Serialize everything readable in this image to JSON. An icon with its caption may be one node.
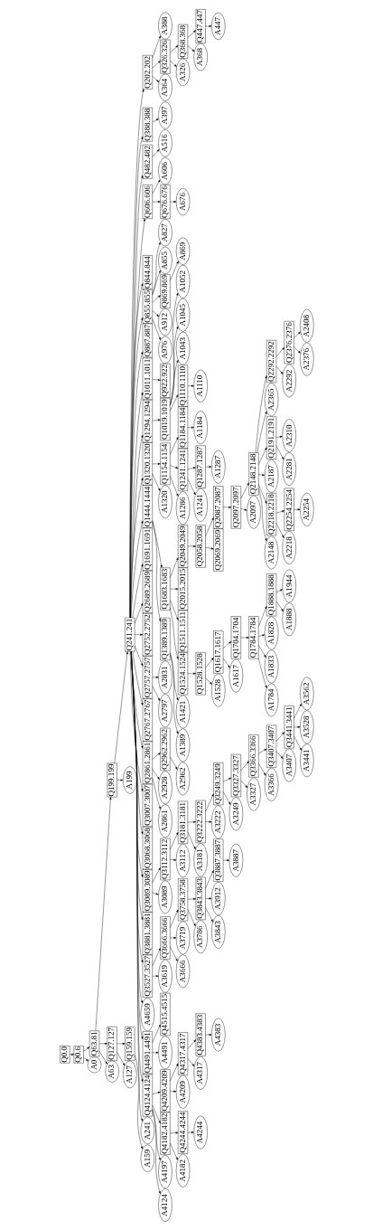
{
  "diagram": {
    "nodes": [
      {
        "text": [
          "Q0.0"
        ]
      },
      {
        "text": [
          "Q0.6"
        ]
      },
      {
        "text": [
          "A0"
        ]
      },
      {
        "text": [
          "Q63.81"
        ]
      },
      {
        "text": [
          "A63"
        ]
      },
      {
        "text": [
          "Q127.127"
        ]
      },
      {
        "text": [
          "A127"
        ]
      },
      {
        "text": [
          "Q159.159"
        ]
      },
      {
        "text": [
          "A159"
        ]
      },
      {
        "text": [
          "Q199.199"
        ]
      },
      {
        "text": [
          "A199"
        ]
      },
      {
        "text": [
          "Q241.241"
        ]
      },
      {
        "text": [
          "A241"
        ]
      },
      {
        "text": [
          "Q4124.4124"
        ]
      },
      {
        "text": [
          "A4124"
        ]
      },
      {
        "text": [
          "A4197"
        ]
      },
      {
        "text": [
          "Q4182.4182"
        ]
      },
      {
        "text": [
          "A4182"
        ]
      },
      {
        "text": [
          "Q4244.4244"
        ]
      },
      {
        "text": [
          "A4244"
        ]
      },
      {
        "text": [
          "Q4209.4209"
        ]
      },
      {
        "text": [
          "A4209"
        ]
      },
      {
        "text": [
          "Q4317.4317"
        ]
      },
      {
        "text": [
          "A4317"
        ]
      },
      {
        "text": [
          "Q4383.4383"
        ]
      },
      {
        "text": [
          "A4383"
        ]
      },
      {
        "text": [
          "Q4491.4491"
        ]
      },
      {
        "text": [
          "A4491"
        ]
      },
      {
        "text": [
          "Q4515.4515"
        ]
      },
      {
        "text": [
          "A4659"
        ]
      },
      {
        "text": [
          "Q3527.3527"
        ]
      },
      {
        "text": [
          "A3619"
        ]
      },
      {
        "text": [
          "Q3666.3666"
        ]
      },
      {
        "text": [
          "A3666"
        ]
      },
      {
        "text": [
          "A3719"
        ]
      },
      {
        "text": [
          "Q3758.3758"
        ]
      },
      {
        "text": [
          "A3786"
        ]
      },
      {
        "text": [
          "Q3843.3843"
        ]
      },
      {
        "text": [
          "A3843"
        ]
      },
      {
        "text": [
          "A3912"
        ]
      },
      {
        "text": [
          "Q3887.3887"
        ]
      },
      {
        "text": [
          "A3887"
        ]
      },
      {
        "text": [
          "Q3881.3881"
        ]
      },
      {
        "text": [
          "Q3089.3089"
        ]
      },
      {
        "text": [
          "A3089"
        ]
      },
      {
        "text": [
          "Q3112.3112"
        ]
      },
      {
        "text": [
          "A3112"
        ]
      },
      {
        "text": [
          "Q3181.3181"
        ]
      },
      {
        "text": [
          "A3181"
        ]
      },
      {
        "text": [
          "Q3222.3222"
        ]
      },
      {
        "text": [
          "A3222"
        ]
      },
      {
        "text": [
          "Q3249.3249"
        ]
      },
      {
        "text": [
          "A3249"
        ]
      },
      {
        "text": [
          "Q3327.3327"
        ]
      },
      {
        "text": [
          "A3327"
        ]
      },
      {
        "text": [
          "Q3366.3366"
        ]
      },
      {
        "text": [
          "A3366"
        ]
      },
      {
        "text": [
          "Q3407.3407"
        ]
      },
      {
        "text": [
          "A3407"
        ]
      },
      {
        "text": [
          "Q3441.3441"
        ]
      },
      {
        "text": [
          "A3441"
        ]
      },
      {
        "text": [
          "A3528"
        ]
      },
      {
        "text": [
          "A3562"
        ]
      },
      {
        "text": [
          "Q3068.3068"
        ]
      },
      {
        "text": [
          "Q3007.3007"
        ]
      },
      {
        "text": [
          "Q2861.2861"
        ]
      },
      {
        "text": [
          "A2861"
        ]
      },
      {
        "text": [
          "A2928"
        ]
      },
      {
        "text": [
          "Q2962.2962"
        ]
      },
      {
        "text": [
          "A2962"
        ]
      },
      {
        "text": [
          "Q2767.2767"
        ]
      },
      {
        "text": [
          "Q2757.2757"
        ]
      },
      {
        "text": [
          "A2797"
        ]
      },
      {
        "text": [
          "A2831"
        ]
      },
      {
        "text": [
          "Q2752.2752"
        ]
      },
      {
        "text": [
          "Q2689.2689"
        ]
      },
      {
        "text": [
          "Q1691.1691"
        ]
      },
      {
        "text": [
          "Q1444.1444"
        ]
      },
      {
        "text": [
          "Q1389.1389"
        ]
      },
      {
        "text": [
          "A1389"
        ]
      },
      {
        "text": [
          "A1421"
        ]
      },
      {
        "text": [
          "Q1683.1683"
        ]
      },
      {
        "text": [
          "Q1524.1524"
        ]
      },
      {
        "text": [
          "Q1528.1528"
        ]
      },
      {
        "text": [
          "A1528"
        ]
      },
      {
        "text": [
          "Q1617.1617"
        ]
      },
      {
        "text": [
          "A1617"
        ]
      },
      {
        "text": [
          "Q1704.1704"
        ]
      },
      {
        "text": [
          "Q1784.1784"
        ]
      },
      {
        "text": [
          "A1784"
        ]
      },
      {
        "text": [
          "A1833"
        ]
      },
      {
        "text": [
          "A1828"
        ]
      },
      {
        "text": [
          "Q1888.1888"
        ]
      },
      {
        "text": [
          "A1888"
        ]
      },
      {
        "text": [
          "A1944"
        ]
      },
      {
        "text": [
          "Q1511.1511"
        ]
      },
      {
        "text": [
          "Q2015.2015"
        ]
      },
      {
        "text": [
          "Q2049.2049"
        ]
      },
      {
        "text": [
          "Q2058.2058"
        ]
      },
      {
        "text": [
          "Q2069.2069"
        ]
      },
      {
        "text": [
          "Q2087.2087"
        ]
      },
      {
        "text": [
          "Q2097.2097"
        ]
      },
      {
        "text": [
          "A2097"
        ]
      },
      {
        "text": [
          "Q2148.2148"
        ]
      },
      {
        "text": [
          "A2148"
        ]
      },
      {
        "text": [
          "Q2218.2218"
        ]
      },
      {
        "text": [
          "A2218"
        ]
      },
      {
        "text": [
          "Q2254.2254"
        ]
      },
      {
        "text": [
          "A2254"
        ]
      },
      {
        "text": [
          "A2187"
        ]
      },
      {
        "text": [
          "Q2191.2191"
        ]
      },
      {
        "text": [
          "A2281"
        ]
      },
      {
        "text": [
          "A2310"
        ]
      },
      {
        "text": [
          "A2365"
        ]
      },
      {
        "text": [
          "Q2292.2292"
        ]
      },
      {
        "text": [
          "A2292"
        ]
      },
      {
        "text": [
          "Q2376.2376"
        ]
      },
      {
        "text": [
          "A2376"
        ]
      },
      {
        "text": [
          "A2408"
        ]
      },
      {
        "text": [
          "Q1320.1320"
        ]
      },
      {
        "text": [
          "A1320"
        ]
      },
      {
        "text": [
          "Q1154.1154"
        ]
      },
      {
        "text": [
          "A1286"
        ]
      },
      {
        "text": [
          "Q1241.1241"
        ]
      },
      {
        "text": [
          "A1241"
        ]
      },
      {
        "text": [
          "Q1287.1287"
        ]
      },
      {
        "text": [
          "A1287"
        ]
      },
      {
        "text": [
          "Q1184.1184"
        ]
      },
      {
        "text": [
          "A1184"
        ]
      },
      {
        "text": [
          "Q1294.1294"
        ]
      },
      {
        "text": [
          "Q1019.1019"
        ]
      },
      {
        "text": [
          "Q1110.1110"
        ]
      },
      {
        "text": [
          "A1110"
        ]
      },
      {
        "text": [
          "A1043"
        ]
      },
      {
        "text": [
          "A1045"
        ]
      },
      {
        "text": [
          "A1052"
        ]
      },
      {
        "text": [
          "Q1011.1011"
        ]
      },
      {
        "text": [
          "Q922.922"
        ]
      },
      {
        "text": [
          "Q887.887"
        ]
      },
      {
        "text": [
          "Q855.855"
        ]
      },
      {
        "text": [
          "A976"
        ]
      },
      {
        "text": [
          "A912"
        ]
      },
      {
        "text": [
          "Q869.869"
        ]
      },
      {
        "text": [
          "A869"
        ]
      },
      {
        "text": [
          "A855"
        ]
      },
      {
        "text": [
          "A827"
        ]
      },
      {
        "text": [
          "Q844.844"
        ]
      },
      {
        "text": [
          "Q606.606"
        ]
      },
      {
        "text": [
          "Q676.676"
        ]
      },
      {
        "text": [
          "A676"
        ]
      },
      {
        "text": [
          "A606"
        ]
      },
      {
        "text": [
          "Q482.482"
        ]
      },
      {
        "text": [
          "A516"
        ]
      },
      {
        "text": [
          "Q388.388"
        ]
      },
      {
        "text": [
          "A397"
        ]
      },
      {
        "text": [
          "Q202.202"
        ]
      },
      {
        "text": [
          "A364"
        ]
      },
      {
        "text": [
          "Q326.326"
        ]
      },
      {
        "text": [
          "A326"
        ]
      },
      {
        "text": [
          "Q368.368"
        ]
      },
      {
        "text": [
          "A368"
        ]
      },
      {
        "text": [
          "Q447.447"
        ]
      },
      {
        "text": [
          "A447"
        ]
      },
      {
        "text": [
          "A388"
        ]
      }
    ],
    "edges": [
      {
        "from": 0,
        "to": 1,
        "arrow": "to"
      },
      {
        "from": 1,
        "to": 2,
        "arrow": "to"
      },
      {
        "from": 1,
        "to": 3,
        "arrow": "to"
      },
      {
        "from": 3,
        "to": 4,
        "arrow": "to"
      },
      {
        "from": 3,
        "to": 5,
        "arrow": "to"
      },
      {
        "from": 5,
        "to": 6,
        "arrow": "to"
      },
      {
        "from": 5,
        "to": 7,
        "arrow": "to"
      },
      {
        "from": 7,
        "to": 8,
        "arrow": "to"
      },
      {
        "from": 3,
        "to": 9,
        "arrow": "to"
      },
      {
        "from": 9,
        "to": 10,
        "arrow": "to"
      },
      {
        "from": 9,
        "to": 11,
        "arrow": "to"
      },
      {
        "from": 11,
        "to": 12,
        "arrow": "to"
      },
      {
        "from": 11,
        "to": 13,
        "arrow": "to"
      },
      {
        "from": 13,
        "to": 14,
        "arrow": "to"
      },
      {
        "from": 13,
        "to": 15,
        "arrow": "to"
      },
      {
        "from": 13,
        "to": 16,
        "arrow": "to"
      },
      {
        "from": 16,
        "to": 17,
        "arrow": "to"
      },
      {
        "from": 16,
        "to": 18,
        "arrow": "to"
      },
      {
        "from": 18,
        "to": 19,
        "arrow": "to"
      },
      {
        "from": 13,
        "to": 20,
        "arrow": "to"
      },
      {
        "from": 20,
        "to": 21,
        "arrow": "to"
      },
      {
        "from": 20,
        "to": 22,
        "arrow": "to"
      },
      {
        "from": 22,
        "to": 23,
        "arrow": "to"
      },
      {
        "from": 22,
        "to": 24,
        "arrow": "to"
      },
      {
        "from": 24,
        "to": 25,
        "arrow": "to"
      },
      {
        "from": 11,
        "to": 26,
        "arrow": "to"
      },
      {
        "from": 26,
        "to": 27,
        "arrow": "to"
      },
      {
        "from": 26,
        "to": 28,
        "arrow": "to"
      },
      {
        "from": 11,
        "to": 29,
        "arrow": "to"
      },
      {
        "from": 11,
        "to": 30,
        "arrow": "to"
      },
      {
        "from": 30,
        "to": 31,
        "arrow": "to"
      },
      {
        "from": 30,
        "to": 32,
        "arrow": "to"
      },
      {
        "from": 32,
        "to": 33,
        "arrow": "to"
      },
      {
        "from": 32,
        "to": 34,
        "arrow": "to"
      },
      {
        "from": 32,
        "to": 35,
        "arrow": "to"
      },
      {
        "from": 35,
        "to": 36,
        "arrow": "to"
      },
      {
        "from": 35,
        "to": 37,
        "arrow": "to"
      },
      {
        "from": 37,
        "to": 38,
        "arrow": "to"
      },
      {
        "from": 37,
        "to": 39,
        "arrow": "to"
      },
      {
        "from": 37,
        "to": 40,
        "arrow": "to"
      },
      {
        "from": 40,
        "to": 41,
        "arrow": "to"
      },
      {
        "from": 11,
        "to": 42,
        "arrow": "to"
      },
      {
        "from": 11,
        "to": 43,
        "arrow": "to"
      },
      {
        "from": 43,
        "to": 44,
        "arrow": "to"
      },
      {
        "from": 43,
        "to": 45,
        "arrow": "to"
      },
      {
        "from": 45,
        "to": 46,
        "arrow": "to"
      },
      {
        "from": 45,
        "to": 47,
        "arrow": "to"
      },
      {
        "from": 47,
        "to": 48,
        "arrow": "to"
      },
      {
        "from": 47,
        "to": 49,
        "arrow": "to"
      },
      {
        "from": 49,
        "to": 50,
        "arrow": "to"
      },
      {
        "from": 49,
        "to": 51,
        "arrow": "to"
      },
      {
        "from": 51,
        "to": 52,
        "arrow": "to"
      },
      {
        "from": 51,
        "to": 53,
        "arrow": "to"
      },
      {
        "from": 53,
        "to": 54,
        "arrow": "to"
      },
      {
        "from": 53,
        "to": 55,
        "arrow": "to"
      },
      {
        "from": 55,
        "to": 56,
        "arrow": "to"
      },
      {
        "from": 55,
        "to": 57,
        "arrow": "to"
      },
      {
        "from": 57,
        "to": 58,
        "arrow": "to"
      },
      {
        "from": 57,
        "to": 59,
        "arrow": "to"
      },
      {
        "from": 59,
        "to": 60,
        "arrow": "to"
      },
      {
        "from": 59,
        "to": 61,
        "arrow": "to"
      },
      {
        "from": 59,
        "to": 62,
        "arrow": "to"
      },
      {
        "from": 11,
        "to": 63,
        "arrow": "to"
      },
      {
        "from": 11,
        "to": 64,
        "arrow": "to"
      },
      {
        "from": 11,
        "to": 65,
        "arrow": "to"
      },
      {
        "from": 65,
        "to": 66,
        "arrow": "to"
      },
      {
        "from": 65,
        "to": 67,
        "arrow": "to"
      },
      {
        "from": 65,
        "to": 68,
        "arrow": "to"
      },
      {
        "from": 68,
        "to": 69,
        "arrow": "to"
      },
      {
        "from": 11,
        "to": 70,
        "arrow": "to"
      },
      {
        "from": 11,
        "to": 71,
        "arrow": "to"
      },
      {
        "from": 71,
        "to": 72,
        "arrow": "to"
      },
      {
        "from": 71,
        "to": 73,
        "arrow": "to"
      },
      {
        "from": 11,
        "to": 74,
        "arrow": "to"
      },
      {
        "from": 11,
        "to": 75,
        "arrow": "to"
      },
      {
        "from": 11,
        "to": 76,
        "arrow": "to"
      },
      {
        "from": 11,
        "to": 77,
        "arrow": "to"
      },
      {
        "from": 77,
        "to": 78,
        "arrow": "to"
      },
      {
        "from": 78,
        "to": 79,
        "arrow": "to"
      },
      {
        "from": 78,
        "to": 80,
        "arrow": "to"
      },
      {
        "from": 77,
        "to": 81,
        "arrow": "to"
      },
      {
        "from": 81,
        "to": 82,
        "arrow": "to"
      },
      {
        "from": 82,
        "to": 83,
        "arrow": "to"
      },
      {
        "from": 83,
        "to": 84,
        "arrow": "to"
      },
      {
        "from": 83,
        "to": 85,
        "arrow": "to"
      },
      {
        "from": 85,
        "to": 86,
        "arrow": "to"
      },
      {
        "from": 85,
        "to": 87,
        "arrow": "to"
      },
      {
        "from": 87,
        "to": 88,
        "arrow": "to"
      },
      {
        "from": 88,
        "to": 89,
        "arrow": "to"
      },
      {
        "from": 88,
        "to": 90,
        "arrow": "to"
      },
      {
        "from": 88,
        "to": 91,
        "arrow": "to"
      },
      {
        "from": 88,
        "to": 92,
        "arrow": "to"
      },
      {
        "from": 92,
        "to": 93,
        "arrow": "to"
      },
      {
        "from": 92,
        "to": 94,
        "arrow": "to"
      },
      {
        "from": 81,
        "to": 95,
        "arrow": "to"
      },
      {
        "from": 81,
        "to": 96,
        "arrow": "to"
      },
      {
        "from": 81,
        "to": 97,
        "arrow": "to"
      },
      {
        "from": 97,
        "to": 98,
        "arrow": "to"
      },
      {
        "from": 98,
        "to": 99,
        "arrow": "to"
      },
      {
        "from": 98,
        "to": 100,
        "arrow": "to"
      },
      {
        "from": 100,
        "to": 101,
        "arrow": "to"
      },
      {
        "from": 101,
        "to": 102,
        "arrow": "to"
      },
      {
        "from": 101,
        "to": 103,
        "arrow": "to"
      },
      {
        "from": 103,
        "to": 104,
        "arrow": "to"
      },
      {
        "from": 103,
        "to": 105,
        "arrow": "to"
      },
      {
        "from": 105,
        "to": 106,
        "arrow": "to"
      },
      {
        "from": 105,
        "to": 107,
        "arrow": "to"
      },
      {
        "from": 107,
        "to": 108,
        "arrow": "to"
      },
      {
        "from": 103,
        "to": 109,
        "arrow": "to"
      },
      {
        "from": 103,
        "to": 110,
        "arrow": "to"
      },
      {
        "from": 110,
        "to": 111,
        "arrow": "to"
      },
      {
        "from": 110,
        "to": 112,
        "arrow": "to"
      },
      {
        "from": 103,
        "to": 113,
        "arrow": "to"
      },
      {
        "from": 103,
        "to": 114,
        "arrow": "to"
      },
      {
        "from": 114,
        "to": 115,
        "arrow": "to"
      },
      {
        "from": 114,
        "to": 116,
        "arrow": "to"
      },
      {
        "from": 116,
        "to": 117,
        "arrow": "to"
      },
      {
        "from": 116,
        "to": 118,
        "arrow": "to"
      },
      {
        "from": 11,
        "to": 119,
        "arrow": "to"
      },
      {
        "from": 119,
        "to": 120,
        "arrow": "to"
      },
      {
        "from": 119,
        "to": 121,
        "arrow": "to"
      },
      {
        "from": 121,
        "to": 122,
        "arrow": "to"
      },
      {
        "from": 121,
        "to": 123,
        "arrow": "to"
      },
      {
        "from": 123,
        "to": 124,
        "arrow": "to"
      },
      {
        "from": 123,
        "to": 125,
        "arrow": "to"
      },
      {
        "from": 125,
        "to": 126,
        "arrow": "to"
      },
      {
        "from": 121,
        "to": 127,
        "arrow": "to"
      },
      {
        "from": 127,
        "to": 128,
        "arrow": "to"
      },
      {
        "from": 11,
        "to": 129,
        "arrow": "to"
      },
      {
        "from": 129,
        "to": 130,
        "arrow": "to"
      },
      {
        "from": 130,
        "to": 131,
        "arrow": "to"
      },
      {
        "from": 131,
        "to": 132,
        "arrow": "to"
      },
      {
        "from": 130,
        "to": 133,
        "arrow": "to"
      },
      {
        "from": 130,
        "to": 134,
        "arrow": "to"
      },
      {
        "from": 130,
        "to": 135,
        "arrow": "to"
      },
      {
        "from": 11,
        "to": 136,
        "arrow": "to"
      },
      {
        "from": 136,
        "to": 137,
        "arrow": "to"
      },
      {
        "from": 11,
        "to": 138,
        "arrow": "to"
      },
      {
        "from": 11,
        "to": 139,
        "arrow": "to"
      },
      {
        "from": 139,
        "to": 140,
        "arrow": "to"
      },
      {
        "from": 139,
        "to": 141,
        "arrow": "to"
      },
      {
        "from": 139,
        "to": 142,
        "arrow": "to"
      },
      {
        "from": 142,
        "to": 143,
        "arrow": "to"
      },
      {
        "from": 139,
        "to": 144,
        "arrow": "to"
      },
      {
        "from": 139,
        "to": 145,
        "arrow": "to"
      },
      {
        "from": 11,
        "to": 146,
        "arrow": "to"
      },
      {
        "from": 11,
        "to": 147,
        "arrow": "to"
      },
      {
        "from": 147,
        "to": 148,
        "arrow": "to"
      },
      {
        "from": 148,
        "to": 149,
        "arrow": "to"
      },
      {
        "from": 147,
        "to": 150,
        "arrow": "to"
      },
      {
        "from": 11,
        "to": 151,
        "arrow": "to"
      },
      {
        "from": 151,
        "to": 152,
        "arrow": "to"
      },
      {
        "from": 11,
        "to": 153,
        "arrow": "to"
      },
      {
        "from": 153,
        "to": 154,
        "arrow": "to"
      },
      {
        "from": 11,
        "to": 155,
        "arrow": "to"
      },
      {
        "from": 155,
        "to": 156,
        "arrow": "to"
      },
      {
        "from": 155,
        "to": 157,
        "arrow": "to"
      },
      {
        "from": 157,
        "to": 158,
        "arrow": "to"
      },
      {
        "from": 157,
        "to": 159,
        "arrow": "to"
      },
      {
        "from": 159,
        "to": 160,
        "arrow": "to"
      },
      {
        "from": 159,
        "to": 161,
        "arrow": "to"
      },
      {
        "from": 161,
        "to": 162,
        "arrow": "to"
      },
      {
        "from": 155,
        "to": 163,
        "arrow": "to"
      }
    ]
  }
}
